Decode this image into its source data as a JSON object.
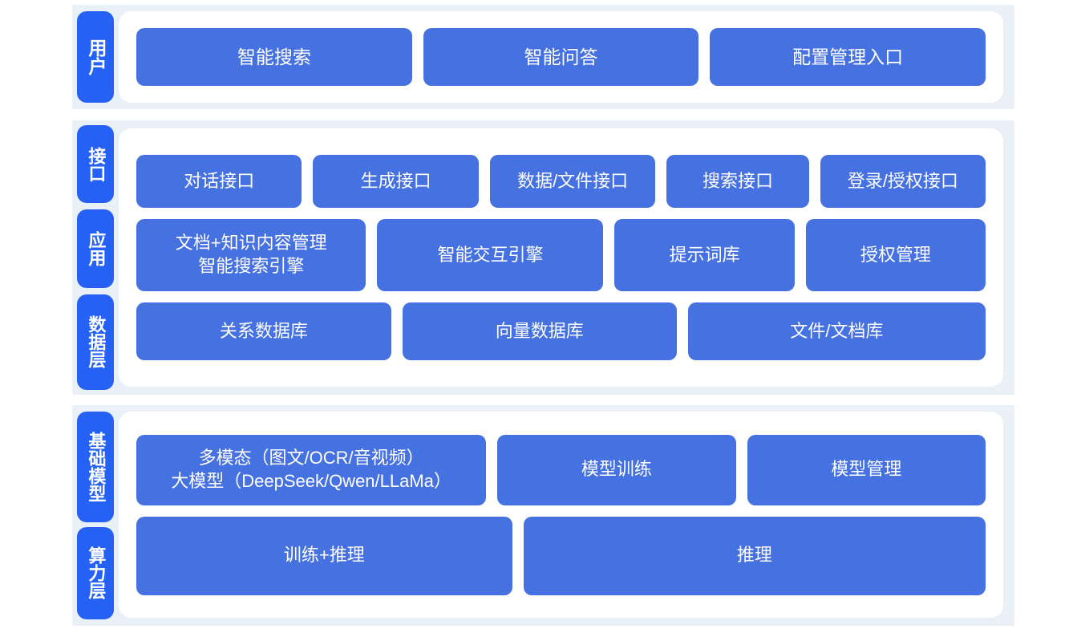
{
  "theme": {
    "page_bg": "#ffffff",
    "band_bg": "#eaf0f8",
    "panel_bg": "#ffffff",
    "box_blue": "#4671e0",
    "rail_blue": "#2561f5",
    "box_text": "#ffffff"
  },
  "sections": [
    {
      "id": "user",
      "rail": [
        {
          "label": "用户"
        }
      ],
      "rows": [
        {
          "id": "user-entries",
          "boxes": [
            {
              "label": "智能搜索",
              "flex": 1
            },
            {
              "label": "智能问答",
              "flex": 1
            },
            {
              "label": "配置管理入口",
              "flex": 1
            }
          ]
        }
      ]
    },
    {
      "id": "mid",
      "rail": [
        {
          "label": "接口"
        },
        {
          "label": "应用"
        },
        {
          "label": "数据层"
        }
      ],
      "rows": [
        {
          "id": "interface",
          "boxes": [
            {
              "label": "对话接口",
              "flex": 1.02
            },
            {
              "label": "生成接口",
              "flex": 1.02
            },
            {
              "label": "数据/文件接口",
              "flex": 1.02
            },
            {
              "label": "搜索接口",
              "flex": 0.86
            },
            {
              "label": "登录/授权接口",
              "flex": 1.02
            }
          ]
        },
        {
          "id": "application",
          "boxes": [
            {
              "label": "文档+知识内容管理\n智能搜索引擎",
              "flex": 1.2,
              "multiline": true
            },
            {
              "label": "智能交互引擎",
              "flex": 1.18
            },
            {
              "label": "提示词库",
              "flex": 0.92
            },
            {
              "label": "授权管理",
              "flex": 0.92
            }
          ]
        },
        {
          "id": "data",
          "boxes": [
            {
              "label": "关系数据库",
              "flex": 1
            },
            {
              "label": "向量数据库",
              "flex": 1.08
            },
            {
              "label": "文件/文档库",
              "flex": 1.18
            }
          ]
        }
      ]
    },
    {
      "id": "base",
      "rail": [
        {
          "label": "基础模型"
        },
        {
          "label": "算力层"
        }
      ],
      "rows": [
        {
          "id": "model",
          "boxes": [
            {
              "label": "多模态（图文/OCR/音视频）\n大模型（DeepSeek/Qwen/LLaMa）",
              "flex": 1.35,
              "multiline": true
            },
            {
              "label": "模型训练",
              "flex": 0.9
            },
            {
              "label": "模型管理",
              "flex": 0.9
            }
          ]
        },
        {
          "id": "compute",
          "boxes": [
            {
              "label": "训练+推理",
              "flex": 1
            },
            {
              "label": "推理",
              "flex": 1.24
            }
          ]
        }
      ]
    }
  ]
}
